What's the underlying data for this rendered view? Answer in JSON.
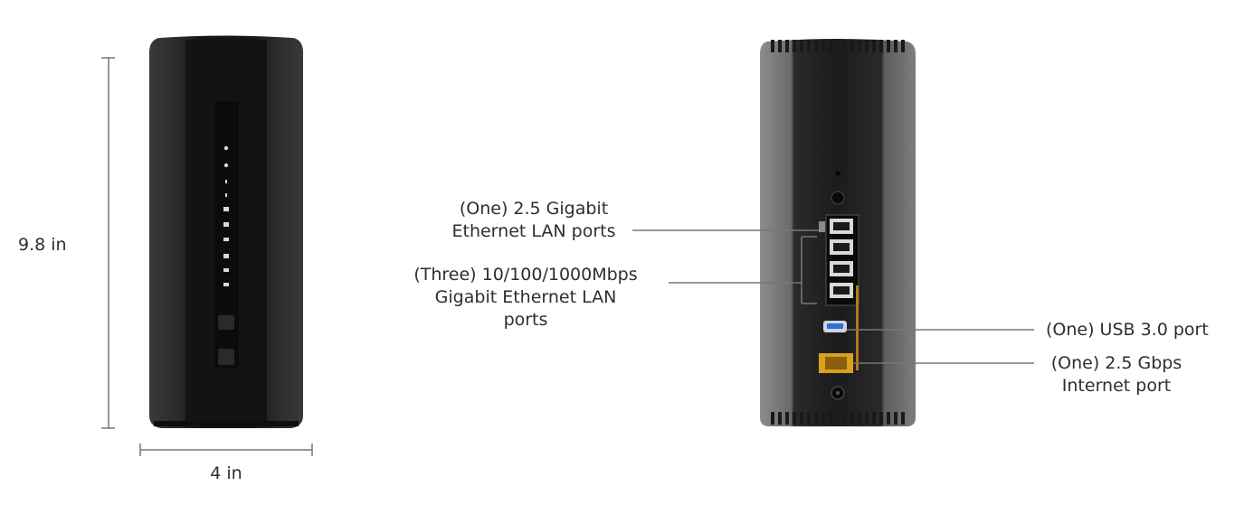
{
  "dimensions": {
    "height_label": "9.8 in",
    "width_label": "4 in"
  },
  "callouts": {
    "lan_2_5g": {
      "lines": [
        "(One) 2.5 Gigabit",
        "Ethernet LAN ports"
      ]
    },
    "lan_gigabit": {
      "lines": [
        "(Three) 10/100/1000Mbps",
        "Gigabit Ethernet LAN",
        "ports"
      ]
    },
    "usb": {
      "lines": [
        "(One) USB 3.0 port"
      ]
    },
    "internet": {
      "lines": [
        "(One) 2.5 Gbps",
        "Internet port"
      ]
    }
  },
  "colors": {
    "body_dark": "#1e1e20",
    "body_side": "#2c2c2f",
    "back_side": "#7a7a7c",
    "line": "#777777",
    "internet_port": "#d9a21b",
    "usb_port": "#2f6fd6"
  }
}
